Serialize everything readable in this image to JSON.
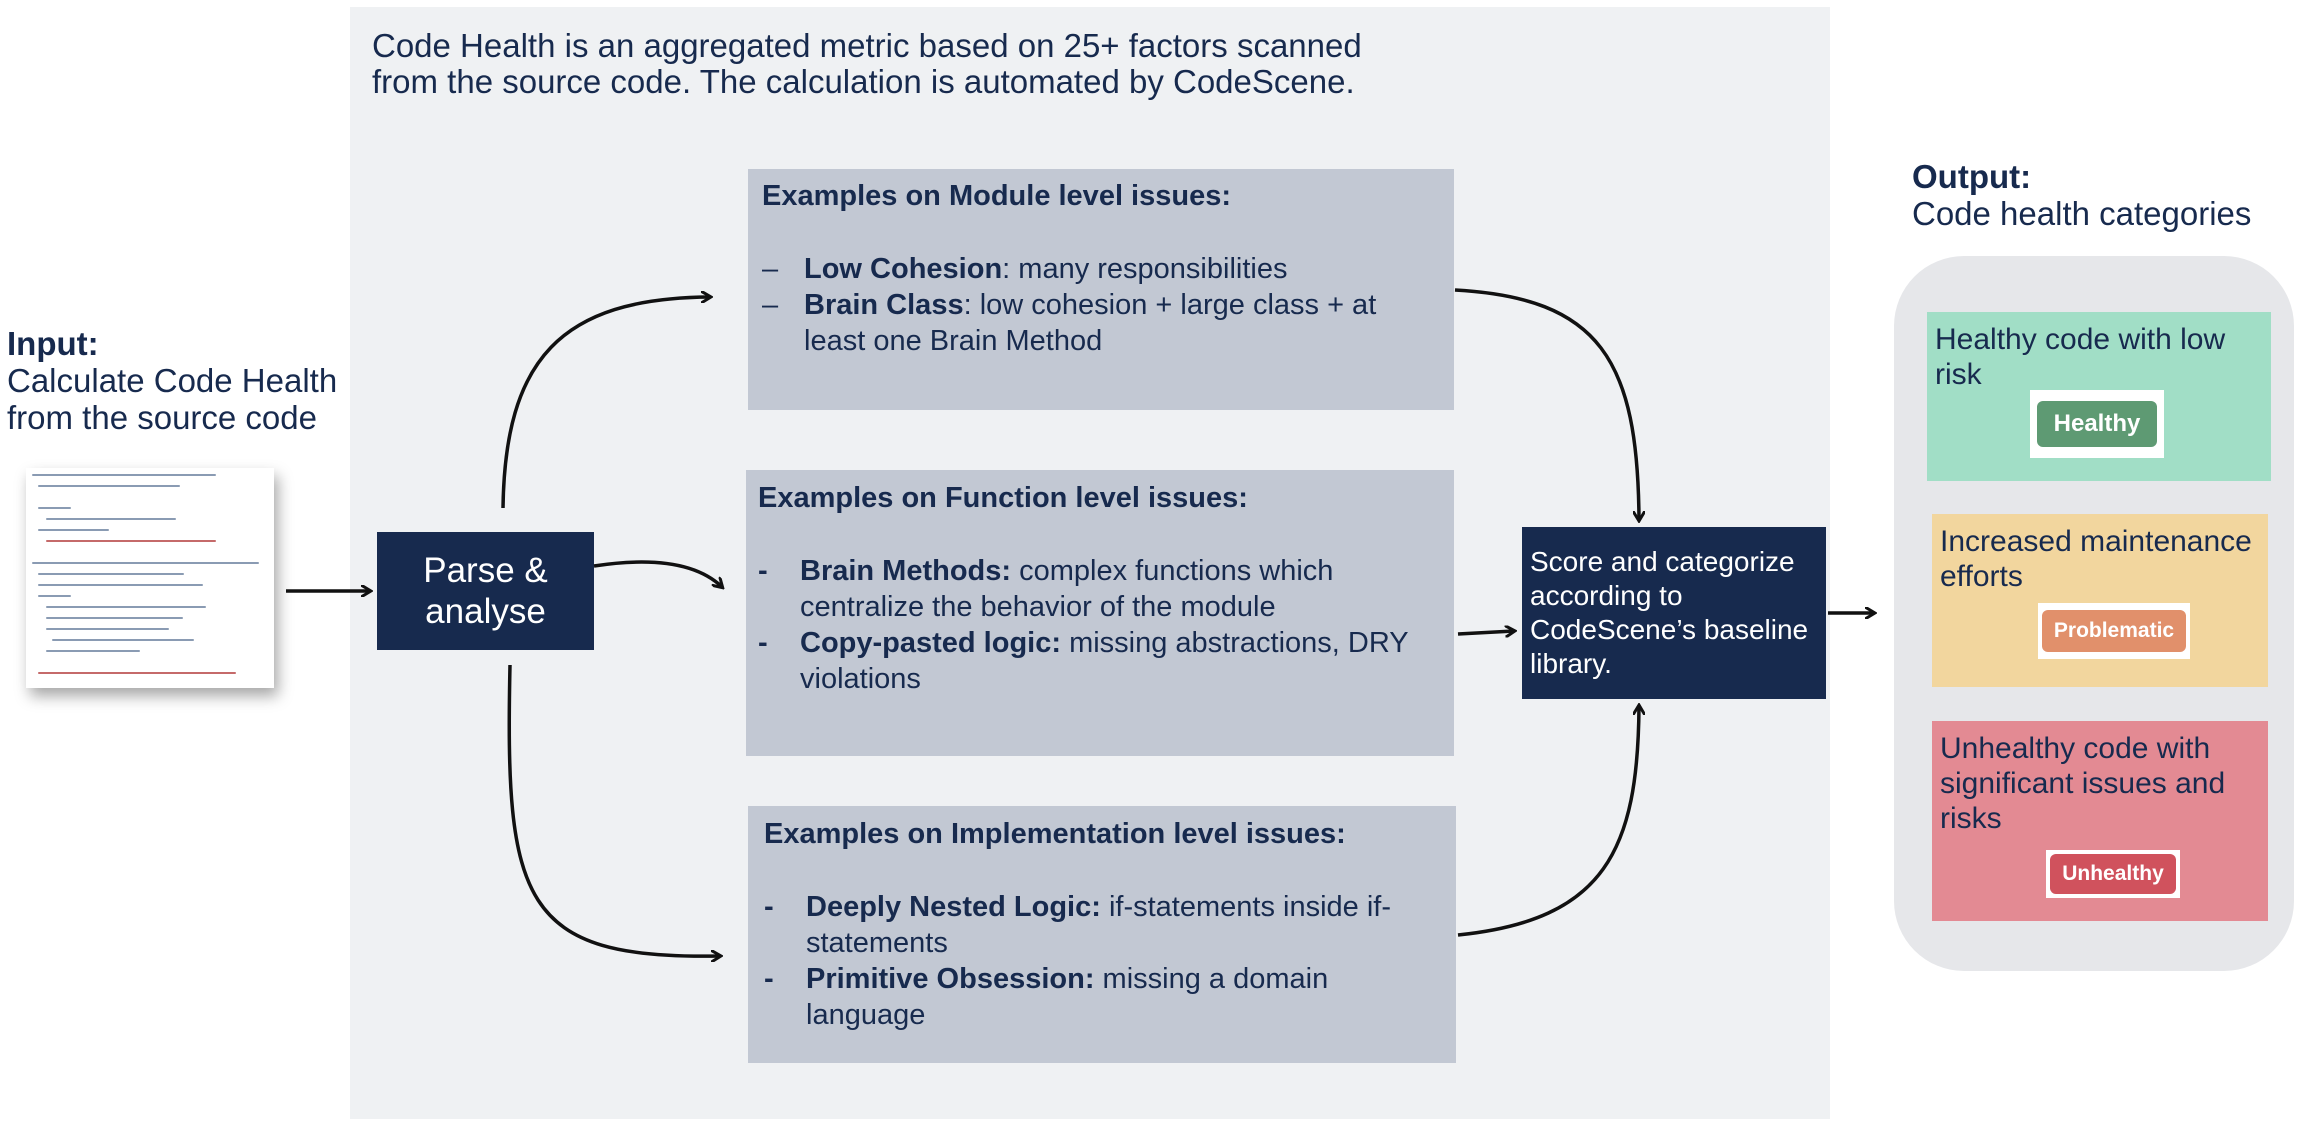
{
  "intro": {
    "line1": "Code Health is an aggregated metric based on 25+ factors scanned",
    "line2": "from the source code. The calculation is automated by CodeScene."
  },
  "input": {
    "title": "Input:",
    "line1": "Calculate Code Health",
    "line2": "from the source code"
  },
  "parse": {
    "line1": "Parse &",
    "line2": "analyse"
  },
  "module": {
    "title": "Examples on Module level issues:",
    "items": [
      {
        "dash": "–",
        "term": "Low Cohesion",
        "desc": ": many responsibilities"
      },
      {
        "dash": "–",
        "term": "Brain Class",
        "desc": ": low cohesion + large class + at least one Brain Method"
      }
    ]
  },
  "function": {
    "title": "Examples on Function level issues:",
    "items": [
      {
        "dash": "-",
        "term": "Brain Methods:",
        "desc": " complex functions which centralize the behavior of the module"
      },
      {
        "dash": "-",
        "term": "Copy-pasted logic:",
        "desc": " missing abstractions, DRY violations"
      }
    ]
  },
  "implementation": {
    "title": "Examples on Implementation level issues:",
    "items": [
      {
        "dash": "-",
        "term": "Deeply Nested Logic:",
        "desc": " if-statements inside if-statements"
      },
      {
        "dash": "-",
        "term": "Primitive Obsession:",
        "desc": " missing a domain language"
      }
    ]
  },
  "score": {
    "text": "Score and categorize according to CodeScene’s baseline library."
  },
  "output": {
    "title": "Output:",
    "subtitle": "Code health categories",
    "categories": [
      {
        "text": "Healthy code with low risk",
        "badge": "Healthy",
        "badge_color": "#5e9a73",
        "bg_color": "#a1dec6"
      },
      {
        "text": "Increased maintenance efforts",
        "badge": "Problematic",
        "badge_color": "#e1906b",
        "bg_color": "#f2d69e"
      },
      {
        "text": "Unhealthy code with significant issues and risks",
        "badge": "Unhealthy",
        "badge_color": "#d0525d",
        "bg_color": "#e38a93"
      }
    ]
  },
  "colors": {
    "navy": "#172a4e",
    "gray_box": "#c2c8d3",
    "panel": "#eff1f3"
  }
}
